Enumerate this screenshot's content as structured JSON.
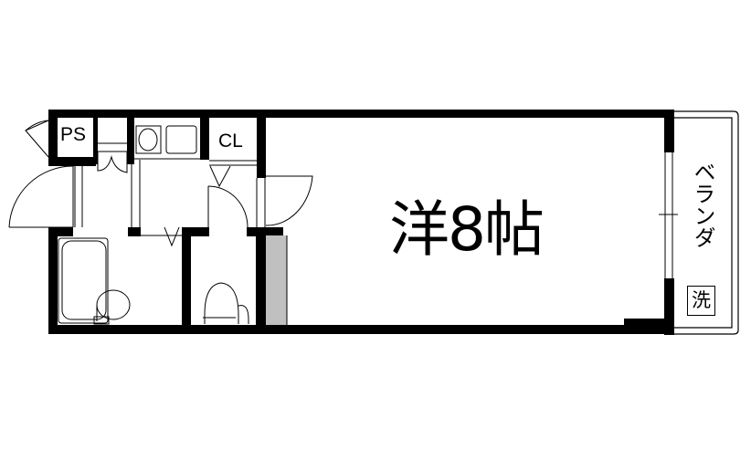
{
  "floorplan": {
    "main_room": {
      "label": "洋8帖",
      "type": "洋室",
      "size_jo": 8
    },
    "labels": {
      "pipe_space": "PS",
      "closet": "CL",
      "veranda": "ベランダ",
      "washer": "洗"
    },
    "colors": {
      "wall": "#000000",
      "background": "#ffffff",
      "storage_fill": "#c0c0c0"
    },
    "rooms": [
      {
        "name": "entrance"
      },
      {
        "name": "kitchen"
      },
      {
        "name": "bathroom"
      },
      {
        "name": "toilet"
      },
      {
        "name": "closet"
      },
      {
        "name": "western-room"
      },
      {
        "name": "veranda"
      }
    ]
  }
}
